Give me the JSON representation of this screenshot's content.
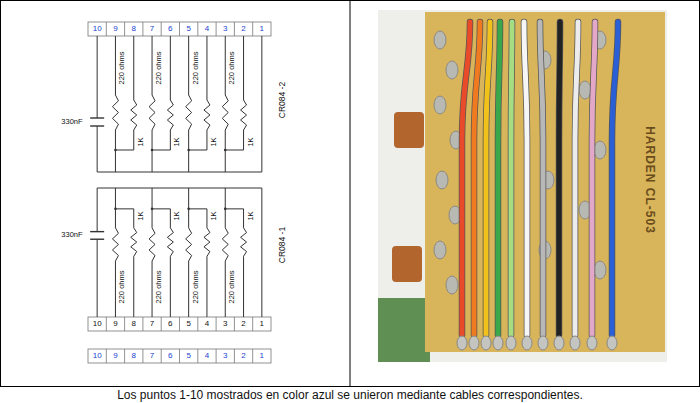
{
  "diagram": {
    "caption": "Los puntos 1-10 mostrados en color azul se unieron mediante cables correspondientes.",
    "nodes": [
      {
        "text": [
          "CR084 -2"
        ]
      },
      {
        "text": [
          "CR084 -1"
        ]
      }
    ],
    "labels": [
      "10",
      "9",
      "8",
      "7",
      "6",
      "5",
      "4",
      "3",
      "2",
      "1",
      "330nF",
      "220 ohms",
      "1K",
      "220 ohms",
      "1K",
      "220 ohms",
      "1K",
      "220 ohms",
      "1K",
      "330nF",
      "1K",
      "1K",
      "1K",
      "1K",
      "220 ohms",
      "220 ohms",
      "220 ohms",
      "220 ohms",
      "10",
      "9",
      "8",
      "7",
      "6",
      "5",
      "4",
      "3",
      "2",
      "1",
      "10",
      "9",
      "8",
      "7",
      "6",
      "5",
      "4",
      "3",
      "2",
      "1",
      "HARDEN CL-503"
    ]
  }
}
